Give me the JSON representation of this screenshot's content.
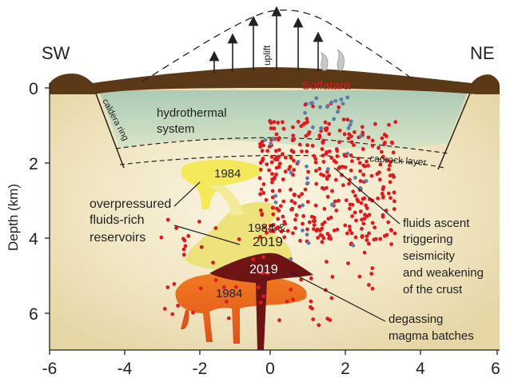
{
  "diagram": {
    "orientation_left": "SW",
    "orientation_right": "NE",
    "y_axis_label": "Depth (km)",
    "y_ticks": [
      "0",
      "2",
      "4",
      "6"
    ],
    "x_ticks": [
      "-6",
      "-4",
      "-2",
      "0",
      "2",
      "4",
      "6"
    ],
    "uplift_label": "uplift",
    "solfatara_label": "Solfatara",
    "hydrothermal_label_1": "hydrothermal",
    "hydrothermal_label_2": "system",
    "caldera_ring_label": "caldera ring",
    "caprock_label": "caprock layer",
    "reservoir_1984_label": "1984",
    "reservoir_1984_2019_label_1": "1984 &",
    "reservoir_1984_2019_label_2": "2019",
    "magma_2019_label": "2019",
    "magma_1984_label": "1984",
    "overpressured_label_1": "overpressured",
    "overpressured_label_2": "fluids-rich",
    "overpressured_label_3": "reservoirs",
    "fluids_label_1": "fluids ascent",
    "fluids_label_2": "triggering",
    "fluids_label_3": "seismicity",
    "fluids_label_4": "and weakening",
    "fluids_label_5": "of the crust",
    "degassing_label_1": "degassing",
    "degassing_label_2": "magma batches",
    "colors": {
      "crust_fill": "#efe3c0",
      "surface": "#5b3816",
      "hydrothermal": "#b9d2b8",
      "reservoir_yellow": "#f4e95a",
      "reservoir_pale": "#eee27a",
      "magma_orange": "#e8641a",
      "magma_dark": "#6e1414",
      "seismicity_red": "#e0191f",
      "seismicity_blue": "#5b7fa8",
      "solfatara_red": "#e0191f"
    }
  }
}
